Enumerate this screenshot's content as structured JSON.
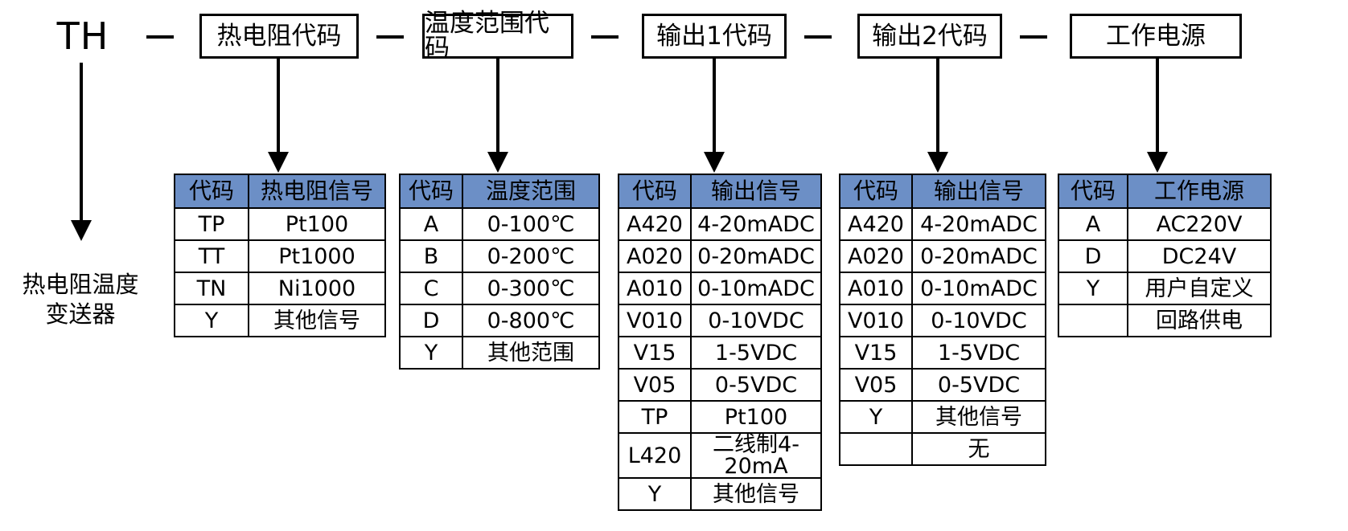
{
  "model": {
    "root_label": "TH",
    "root_caption_line1": "热电阻温度",
    "root_caption_line2": "变送器",
    "separator": "—",
    "segments": [
      {
        "label": "热电阻代码"
      },
      {
        "label": "温度范围代码"
      },
      {
        "label": "输出1代码"
      },
      {
        "label": "输出2代码"
      },
      {
        "label": "工作电源"
      }
    ]
  },
  "colors": {
    "header_fill": "#6C8FC6",
    "border": "#000000",
    "background": "#FFFFFF"
  },
  "tables": [
    {
      "name": "rtd-signal-table",
      "headers": [
        "代码",
        "热电阻信号"
      ],
      "rows": [
        {
          "code": "TP",
          "value": "Pt100"
        },
        {
          "code": "TT",
          "value": "Pt1000"
        },
        {
          "code": "TN",
          "value": "Ni1000"
        },
        {
          "code": "Y",
          "value": "其他信号"
        }
      ]
    },
    {
      "name": "temperature-range-table",
      "headers": [
        "代码",
        "温度范围"
      ],
      "rows": [
        {
          "code": "A",
          "value": "0-100℃"
        },
        {
          "code": "B",
          "value": "0-200℃"
        },
        {
          "code": "C",
          "value": "0-300℃"
        },
        {
          "code": "D",
          "value": "0-800℃"
        },
        {
          "code": "Y",
          "value": "其他范围"
        }
      ]
    },
    {
      "name": "output1-signal-table",
      "headers": [
        "代码",
        "输出信号"
      ],
      "rows": [
        {
          "code": "A420",
          "value": "4-20mADC"
        },
        {
          "code": "A020",
          "value": "0-20mADC"
        },
        {
          "code": "A010",
          "value": "0-10mADC"
        },
        {
          "code": "V010",
          "value": "0-10VDC"
        },
        {
          "code": "V15",
          "value": "1-5VDC"
        },
        {
          "code": "V05",
          "value": "0-5VDC"
        },
        {
          "code": "TP",
          "value": "Pt100"
        },
        {
          "code": "L420",
          "value": "二线制4-20mA"
        },
        {
          "code": "Y",
          "value": "其他信号"
        }
      ]
    },
    {
      "name": "output2-signal-table",
      "headers": [
        "代码",
        "输出信号"
      ],
      "rows": [
        {
          "code": "A420",
          "value": "4-20mADC"
        },
        {
          "code": "A020",
          "value": "0-20mADC"
        },
        {
          "code": "A010",
          "value": "0-10mADC"
        },
        {
          "code": "V010",
          "value": "0-10VDC"
        },
        {
          "code": "V15",
          "value": "1-5VDC"
        },
        {
          "code": "V05",
          "value": "0-5VDC"
        },
        {
          "code": "Y",
          "value": "其他信号"
        },
        {
          "code": "",
          "value": "无"
        }
      ]
    },
    {
      "name": "power-supply-table",
      "headers": [
        "代码",
        "工作电源"
      ],
      "rows": [
        {
          "code": "A",
          "value": "AC220V"
        },
        {
          "code": "D",
          "value": "DC24V"
        },
        {
          "code": "Y",
          "value": "用户自定义"
        },
        {
          "code": "",
          "value": "回路供电"
        }
      ]
    }
  ]
}
